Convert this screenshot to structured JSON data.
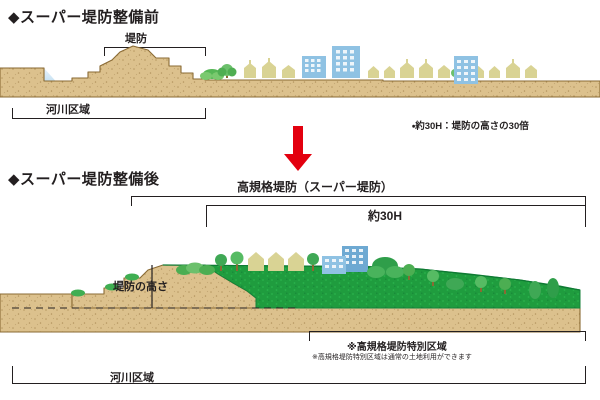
{
  "figure": {
    "title_before": "◆スーパー堤防整備前",
    "title_after": "◆スーパー堤防整備後"
  },
  "before": {
    "levee_label": "堤防",
    "river_zone_label": "河川区域",
    "note": "・約30H：堤防の高さの30倍"
  },
  "transition": {
    "arrow_icon": "down-arrow-icon",
    "arrow_color": "#e3000f"
  },
  "after": {
    "high_standard_levee_label": "高規格堤防（スーパー堤防）",
    "width_label": "約30H",
    "levee_height_label": "堤防の高さ",
    "special_zone_label": "※高規格堤防特別区域",
    "special_zone_note": "※高規格堤防特別区域は通常の土地利用ができます",
    "river_zone_label": "河川区域"
  },
  "colors": {
    "soil_fill": "#dcc18d",
    "soil_fill_light": "#e3cda4",
    "soil_edge": "#8a6a33",
    "grass_green": "#1f9c3e",
    "grass_green_dark": "#14823a",
    "water_blue": "#cfe6f5",
    "building_blue": "#8fc2e3",
    "building_blue_dark": "#6ea9d2",
    "house_khaki": "#d9d394",
    "tree_green": "#58b95a",
    "tree_green_light": "#8fd07f",
    "line_dark": "#231f20",
    "arrow_red": "#e3000f"
  },
  "icons": {
    "diamond": "◆",
    "building": "building-icon",
    "house": "house-icon",
    "tree": "tree-icon"
  }
}
